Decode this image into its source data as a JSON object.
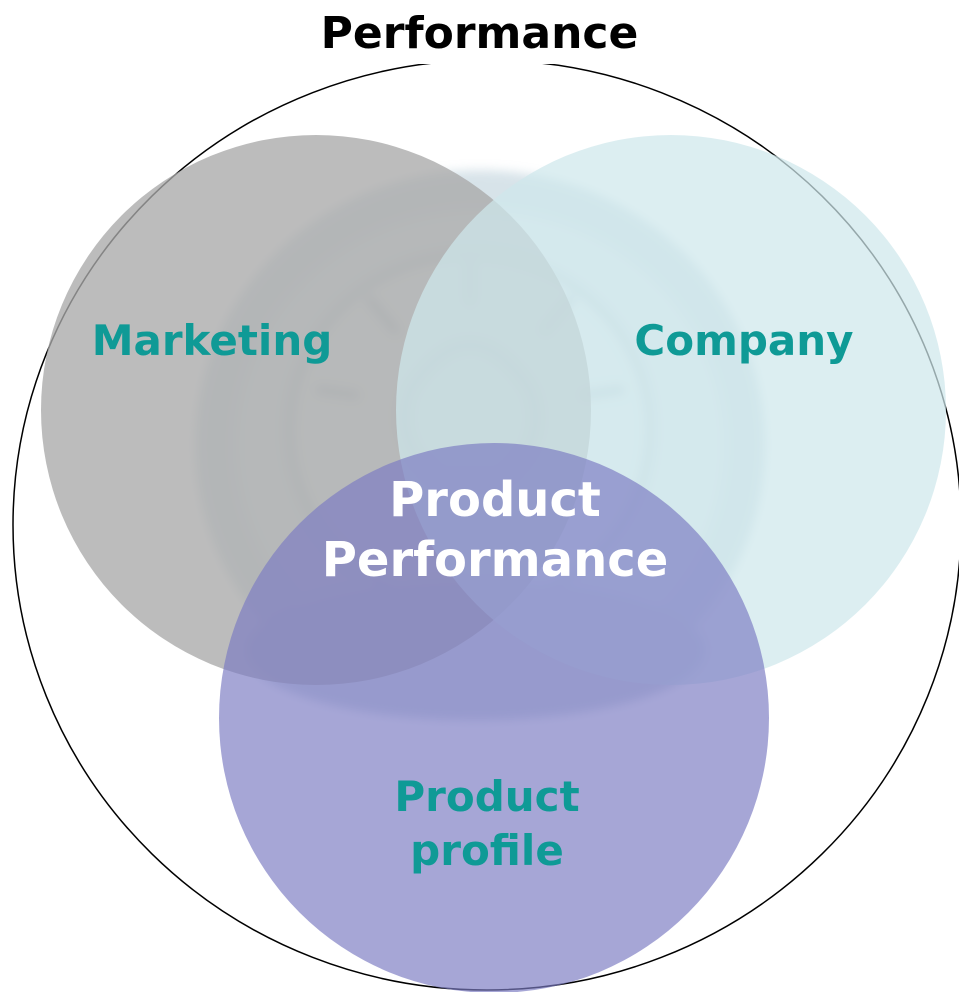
{
  "diagram": {
    "title": "Performance",
    "center_label_line1": "Product",
    "center_label_line2": "Performance",
    "circles": {
      "marketing": {
        "label": "Marketing",
        "fill": "#a9a9a9",
        "label_color": "#0f9a96"
      },
      "company": {
        "label": "Company",
        "fill": "#cfe8ec",
        "label_color": "#0f9a96"
      },
      "product_profile": {
        "label_line1": "Product",
        "label_line2": "profile",
        "fill": "#7c7cc2",
        "label_color": "#0f9a96"
      }
    },
    "outer_stroke": "#000000",
    "center_label_color": "#ffffff"
  }
}
